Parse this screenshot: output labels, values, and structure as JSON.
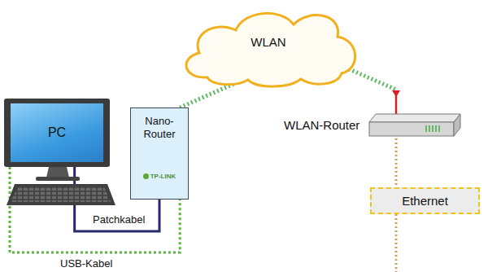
{
  "diagram": {
    "nodes": [
      {
        "text": [
          "PC"
        ]
      },
      {
        "text": [
          "Nano-Router",
          "TP-LINK"
        ]
      },
      {
        "text": [
          "WLAN"
        ]
      },
      {
        "text": [
          "WLAN-Router"
        ]
      },
      {
        "text": [
          "Ethernet"
        ]
      }
    ],
    "edges": [
      {
        "from": 0,
        "to": 1,
        "label": "Patchkabel",
        "arrow": "none"
      },
      {
        "from": 0,
        "to": 1,
        "label": "USB-Kabel",
        "arrow": "none"
      },
      {
        "from": 1,
        "to": 2,
        "arrow": "none"
      },
      {
        "from": 2,
        "to": 3,
        "arrow": "none"
      },
      {
        "from": 3,
        "to": 4,
        "arrow": "none"
      }
    ]
  }
}
